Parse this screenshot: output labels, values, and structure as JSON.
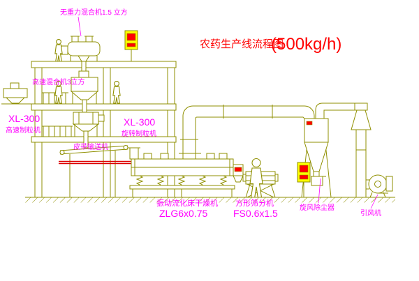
{
  "title": {
    "text": "农药生产线流程图",
    "capacity": "(500kg/h)"
  },
  "labels": {
    "gravity_mixer": "无重力混合机1.5 立方",
    "high_speed_mixer": "高速混合机3立方",
    "granulator1_model": "XL-300",
    "granulator1_name": "高速制粒机",
    "granulator2_model": "XL-300",
    "granulator2_name": "旋转制粒机",
    "belt_conveyor": "皮带输送机",
    "dryer_name": "振动流化床干燥机",
    "dryer_model": "ZLG6x0.75",
    "sifter_name": "方形筛分机",
    "sifter_model": "FS0.6x1.5",
    "cyclone_name": "旋风除尘器",
    "fan_name": "引风机"
  },
  "colors": {
    "line": "#8f8f00",
    "label": "#ff00ff",
    "title": "#ff0000",
    "panel_body": "#ffff00",
    "panel_screen": "#ff0000",
    "red_detail": "#dd0000",
    "background": "#ffffff"
  }
}
